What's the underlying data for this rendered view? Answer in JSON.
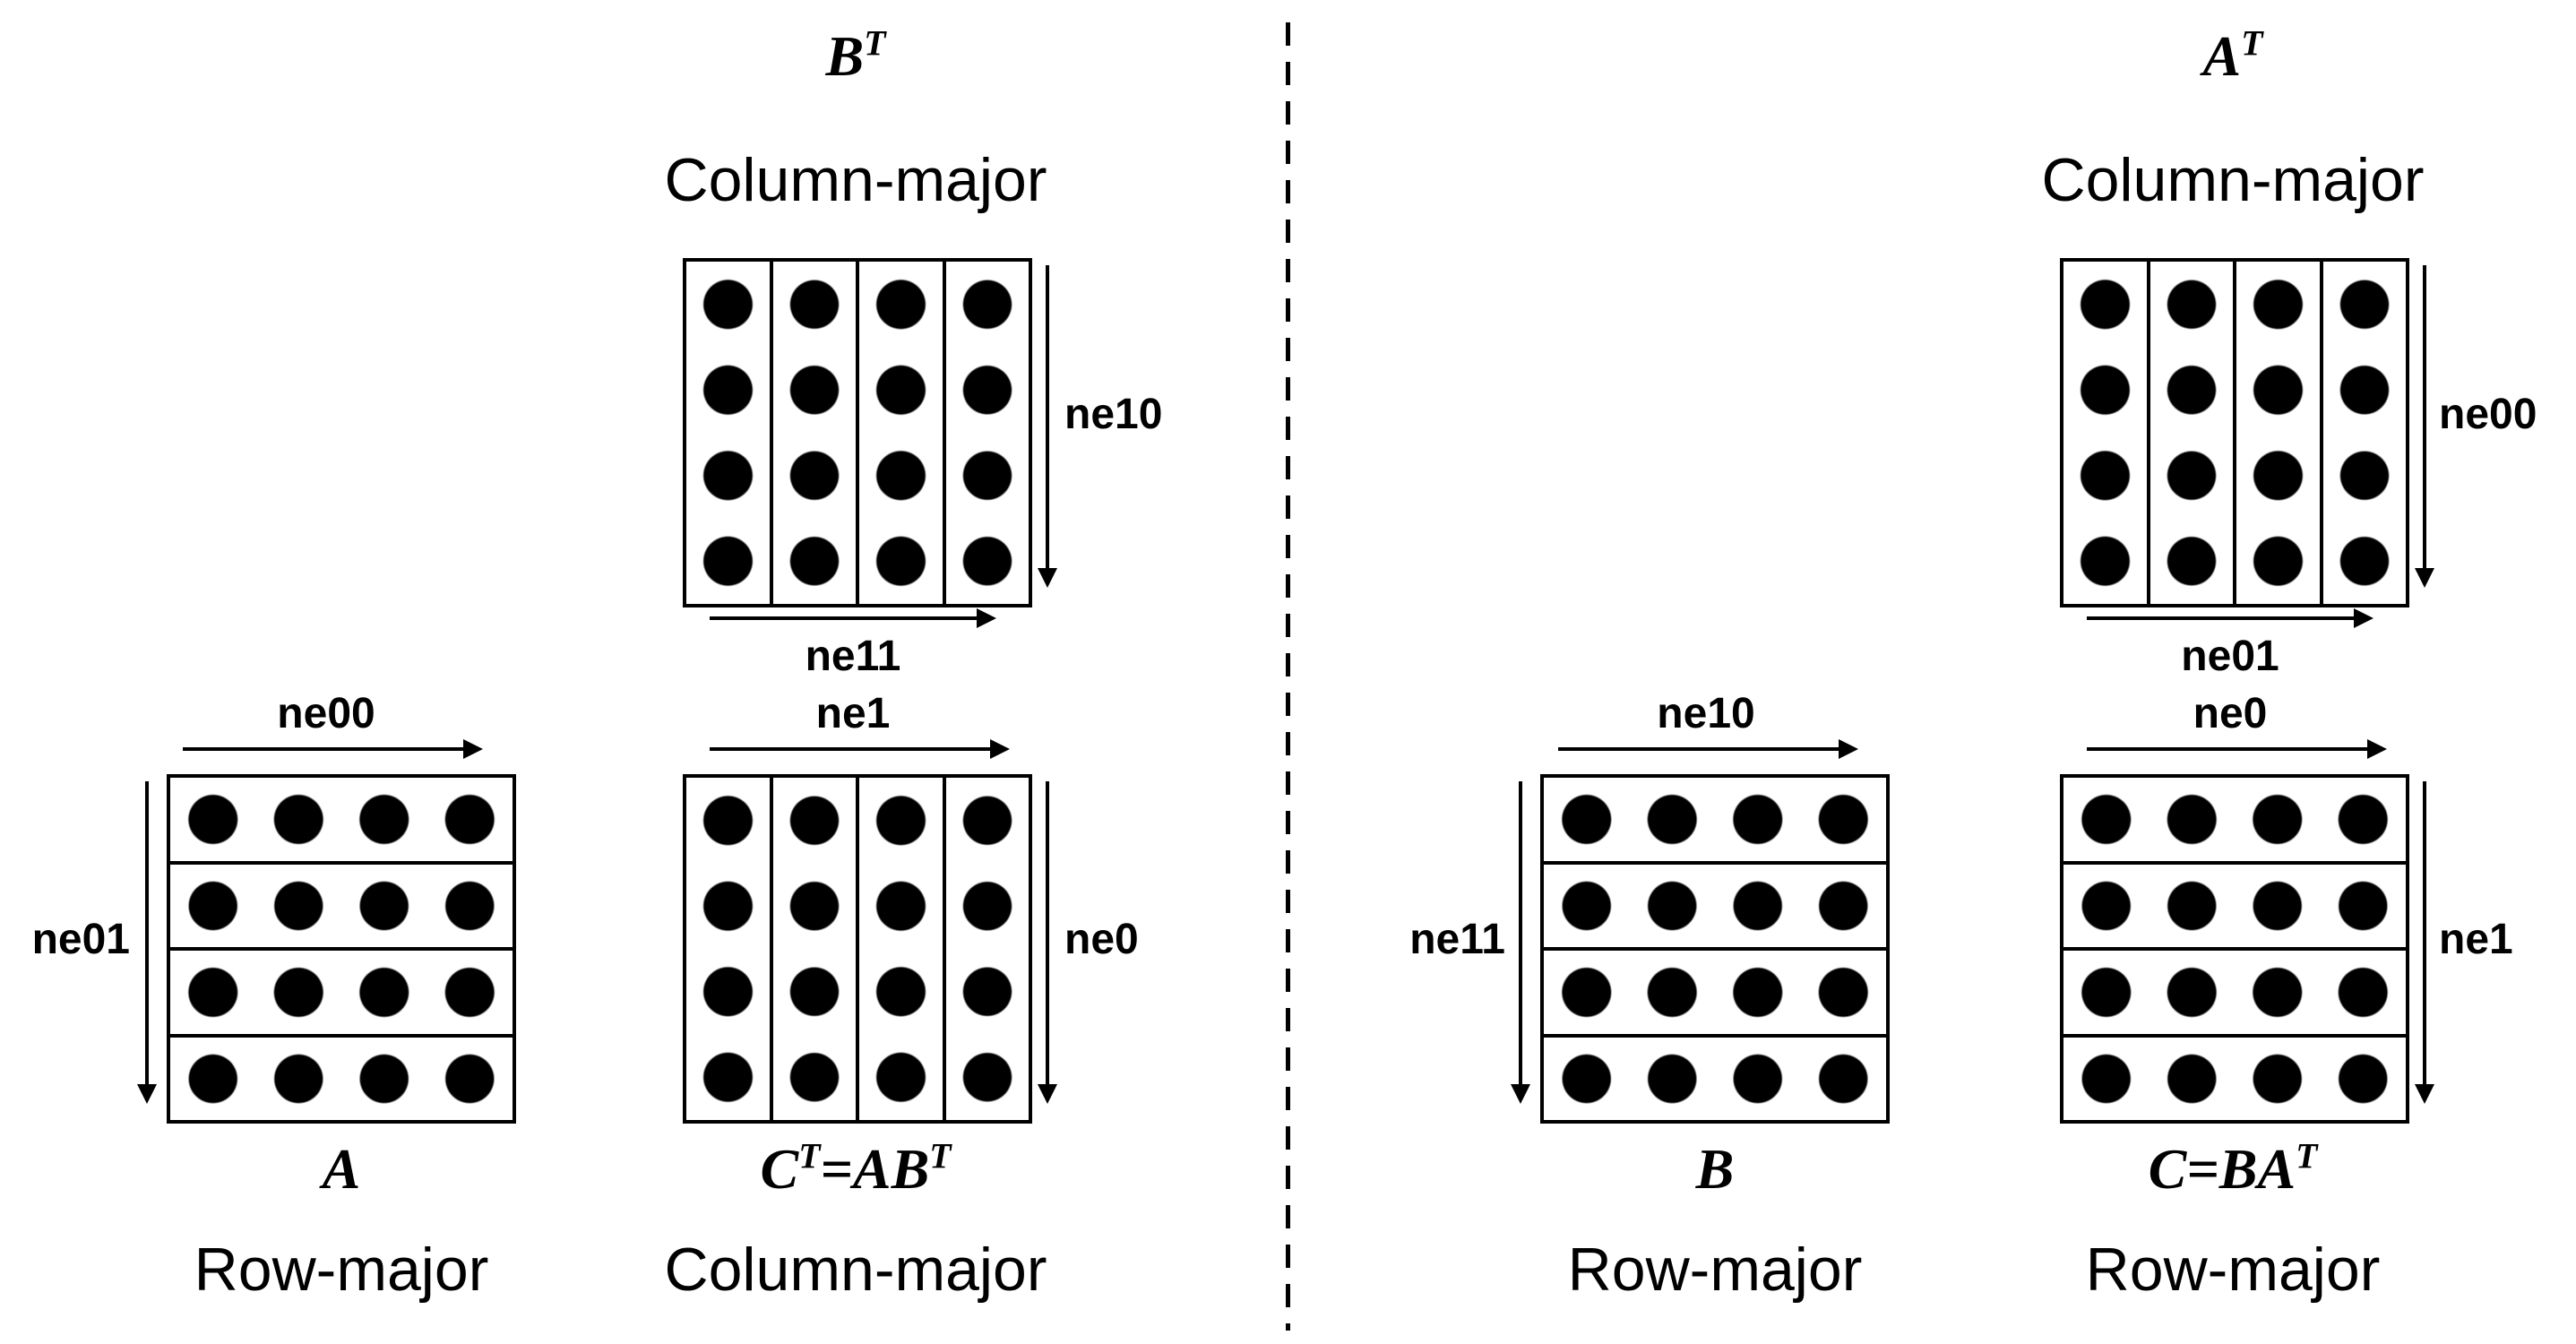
{
  "colors": {
    "ink": "#000000",
    "background": "#ffffff"
  },
  "grid": {
    "rows": 4,
    "cols": 4
  },
  "left_panel": {
    "b_transpose": {
      "title": [
        "B",
        "T"
      ],
      "layout": "Column-major",
      "vertical_arrow": "ne10",
      "horizontal_arrow": "ne11"
    },
    "a": {
      "title": [
        "A"
      ],
      "layout": "Row-major",
      "horizontal_arrow": "ne00",
      "vertical_arrow": "ne01"
    },
    "c_transpose": {
      "title": [
        "C",
        "T",
        "=AB",
        "T"
      ],
      "layout": "Column-major",
      "horizontal_arrow": "ne1",
      "vertical_arrow": "ne0"
    }
  },
  "right_panel": {
    "a_transpose": {
      "title": [
        "A",
        "T"
      ],
      "layout": "Column-major",
      "vertical_arrow": "ne00",
      "horizontal_arrow": "ne01"
    },
    "b": {
      "title": [
        "B"
      ],
      "layout": "Row-major",
      "horizontal_arrow": "ne10",
      "vertical_arrow": "ne11"
    },
    "c": {
      "title": [
        "C=BA",
        "T"
      ],
      "layout": "Row-major",
      "horizontal_arrow": "ne0",
      "vertical_arrow": "ne1"
    }
  }
}
